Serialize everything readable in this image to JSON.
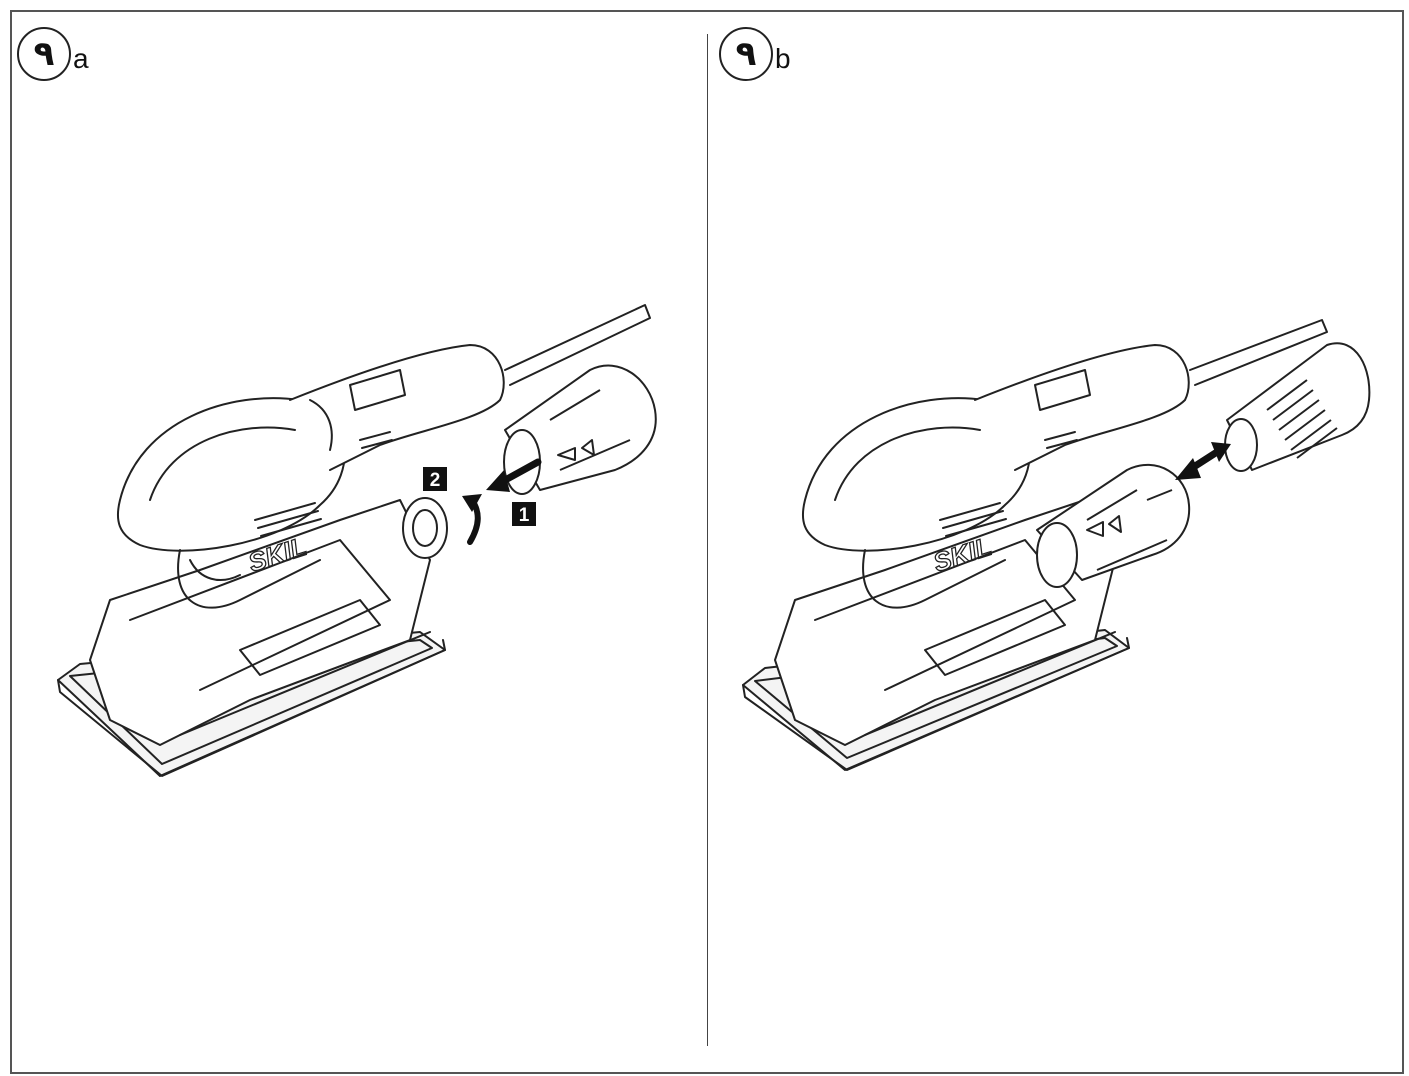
{
  "panels": [
    {
      "id": "a",
      "marker": "٩",
      "suffix": "a",
      "steps": [
        "1",
        "2"
      ],
      "logo": "SKIL"
    },
    {
      "id": "b",
      "marker": "٩",
      "suffix": "b",
      "logo": "SKIL"
    }
  ]
}
